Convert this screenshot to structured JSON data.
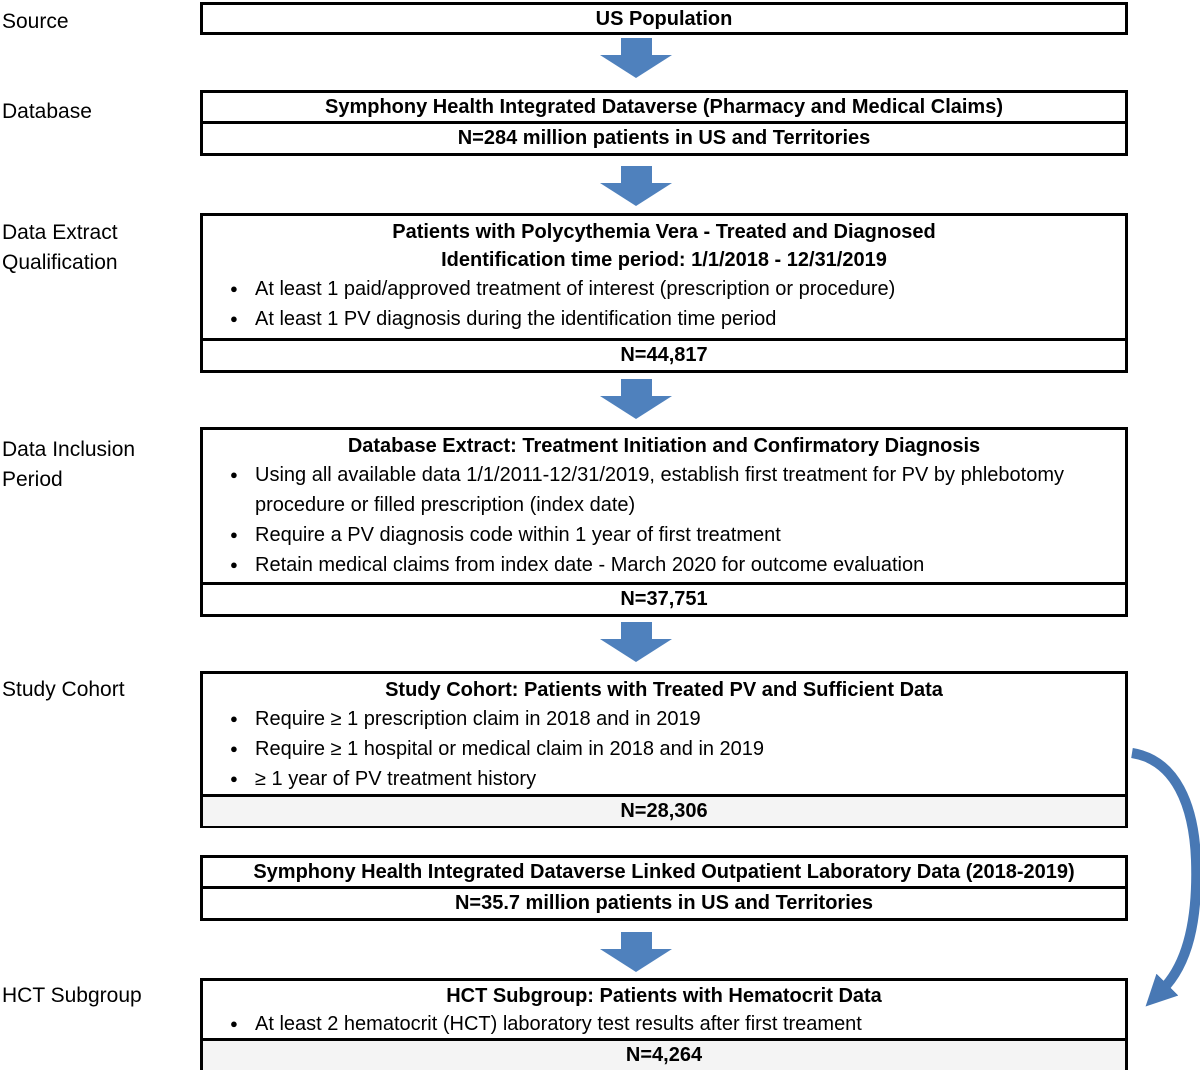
{
  "figure": {
    "bullet_glyph": "●",
    "colors": {
      "arrow_blue": "#4f81bd",
      "curve_blue": "#4878b4",
      "shaded_row": "#f4f4f4",
      "box_border": "#000000"
    },
    "stage_labels": [
      {
        "text": "Source"
      },
      {
        "text": "Database"
      },
      {
        "text": "Data Extract\nQualification"
      },
      {
        "text": "Data Inclusion\nPeriod"
      },
      {
        "text": "Study Cohort"
      },
      {
        "text": "HCT Subgroup"
      }
    ],
    "boxes": [
      {
        "title_lines": [
          "US Population"
        ],
        "bullets": [],
        "n_value": null
      },
      {
        "title_lines": [
          "Symphony Health Integrated Dataverse (Pharmacy and Medical Claims)"
        ],
        "bullets": [],
        "n_value": "N=284 million patients in US and Territories",
        "n_shaded": false
      },
      {
        "title_lines": [
          "Patients with Polycythemia Vera - Treated and Diagnosed",
          "Identification time period: 1/1/2018 - 12/31/2019"
        ],
        "bullets": [
          "At least 1 paid/approved treatment of interest (prescription or procedure)",
          "At least 1 PV diagnosis during the identification time period"
        ],
        "n_value": "N=44,817",
        "n_shaded": false
      },
      {
        "title_lines": [
          "Database Extract: Treatment Initiation and Confirmatory Diagnosis"
        ],
        "bullets": [
          "Using all available data 1/1/2011-12/31/2019, establish first treatment for PV by phlebotomy procedure or filled prescription (index date)",
          "Require a PV diagnosis code within 1 year of first treatment",
          "Retain medical claims from index date - March 2020 for outcome evaluation"
        ],
        "n_value": "N=37,751",
        "n_shaded": false
      },
      {
        "title_lines": [
          "Study Cohort: Patients with Treated PV and Sufficient Data"
        ],
        "bullets": [
          "Require ≥ 1 prescription claim in 2018 and in 2019",
          "Require ≥ 1 hospital or medical claim in 2018 and in 2019",
          "≥ 1 year of PV treatment history"
        ],
        "n_value": "N=28,306",
        "n_shaded": true
      },
      {
        "title_lines": [
          "Symphony Health Integrated Dataverse Linked Outpatient Laboratory Data (2018-2019)"
        ],
        "bullets": [],
        "n_value": "N=35.7 million patients in US and Territories",
        "n_shaded": false
      },
      {
        "title_lines": [
          "HCT Subgroup: Patients with Hematocrit Data"
        ],
        "bullets": [
          "At least 2 hematocrit (HCT) laboratory test results after first treament"
        ],
        "n_value": "N=4,264",
        "n_shaded": true
      }
    ]
  }
}
